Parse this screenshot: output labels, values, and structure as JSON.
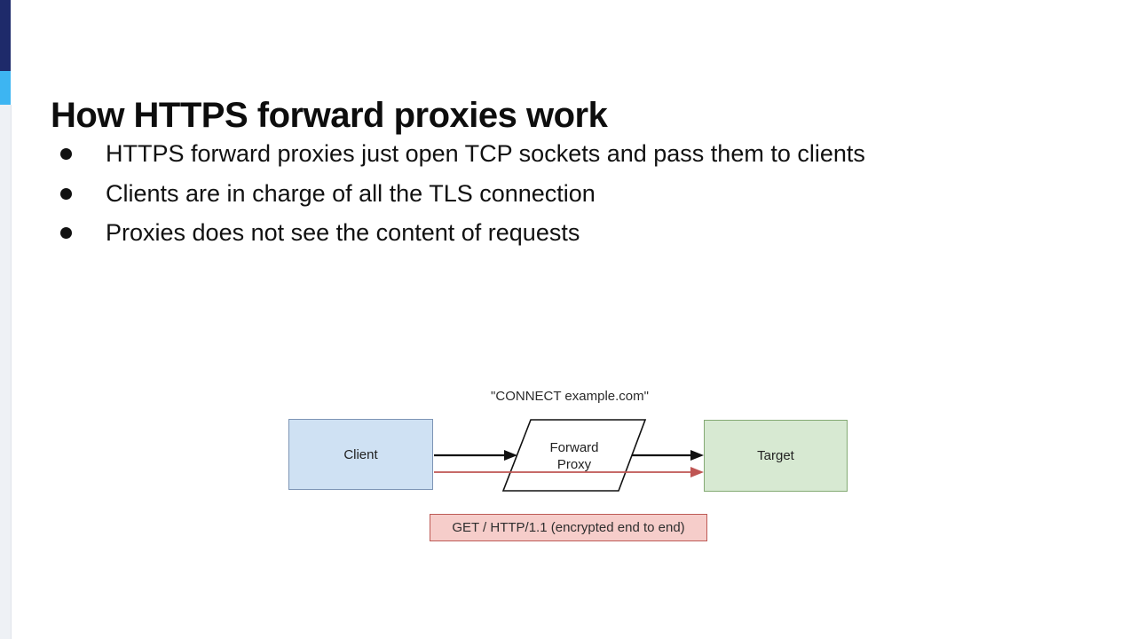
{
  "slide": {
    "title": "How HTTPS forward proxies work",
    "bullets": [
      "HTTPS forward proxies just open TCP sockets and pass them to clients",
      "Clients are in charge of all the TLS connection",
      "Proxies does not see the content of requests"
    ]
  },
  "diagram": {
    "connect_label": "\"CONNECT example.com\"",
    "client_box_label": "Client",
    "proxy_box_label_line1": "Forward",
    "proxy_box_label_line2": "Proxy",
    "target_box_label": "Target",
    "request_label": "GET / HTTP/1.1 (encrypted end to end)"
  },
  "colors": {
    "accent_navy": "#1e2a6a",
    "accent_blue": "#3db5f2",
    "accent_gray": "#eef1f5",
    "client_fill": "#cfe1f3",
    "client_border": "#7d95b5",
    "target_fill": "#d7e9d2",
    "target_border": "#84aa74",
    "request_fill": "#f6cdca",
    "request_border": "#bd5a55",
    "plain_arrow": "#111111",
    "encrypted_arrow": "#bf5553"
  }
}
